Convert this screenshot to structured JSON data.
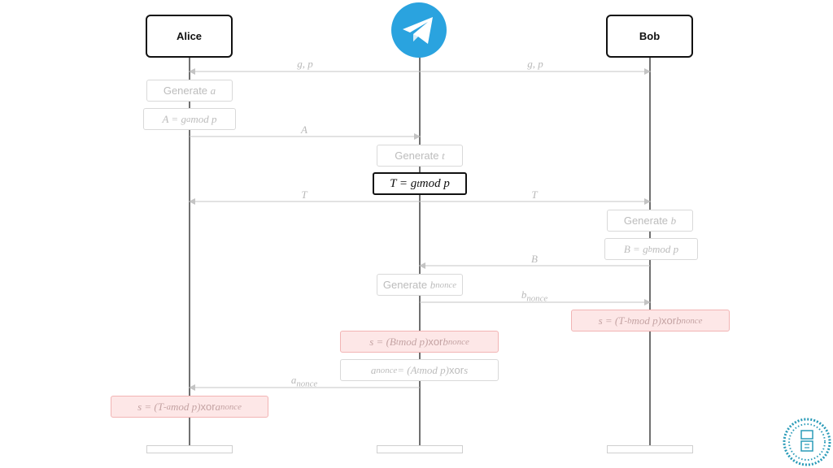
{
  "actors": {
    "alice": "Alice",
    "bob": "Bob"
  },
  "icons": {
    "server_logo": "telegram-icon",
    "corner_logo": "circular-stamp-logo"
  },
  "colors": {
    "active": "#111111",
    "faded": "#bcbcbc",
    "red_fill": "#fde7e7",
    "red_border": "#f2b4b4",
    "telegram_blue": "#2aa3df"
  },
  "messages": {
    "g_p_left": "g, p",
    "g_p_right": "g, p",
    "A": "A",
    "T_left": "T",
    "T_right": "T",
    "B": "B",
    "bnonce": "b",
    "bnonce_sub": "nonce",
    "anonce": "a",
    "anonce_sub": "nonce"
  },
  "boxes": {
    "gen_a": {
      "word": "Generate",
      "var": "a"
    },
    "A_eq": {
      "lhs": "A = g",
      "sup": "a",
      "rest": " mod p"
    },
    "gen_t": {
      "word": "Generate",
      "var": "t"
    },
    "T_eq": {
      "lhs": "T = g",
      "sup": "t",
      "rest": " mod p"
    },
    "gen_b": {
      "word": "Generate",
      "var": "b"
    },
    "B_eq": {
      "lhs": "B = g",
      "sup": "b",
      "rest": " mod p"
    },
    "gen_bnonce": {
      "word": "Generate",
      "var": "b",
      "sub": "nonce"
    },
    "bob_s": {
      "pre": "s = (T",
      "sup": "-b",
      "mid": " mod p)",
      "xor": " xor ",
      "var": "b",
      "sub": "nonce"
    },
    "server_s": {
      "pre": "s = (B",
      "sup": "t",
      "mid": " mod p)",
      "xor": " xor ",
      "var": "b",
      "sub": "nonce"
    },
    "anonce_eq": {
      "pre": "a",
      "presub": "nonce",
      "mid1": " = (A",
      "sup": "t",
      "mid2": " mod p)",
      "xor": " xor ",
      "var": "s"
    },
    "alice_s": {
      "pre": "s = (T",
      "sup": "-a",
      "mid": " mod p)",
      "xor": " xor ",
      "var": "a",
      "sub": "nonce"
    }
  }
}
